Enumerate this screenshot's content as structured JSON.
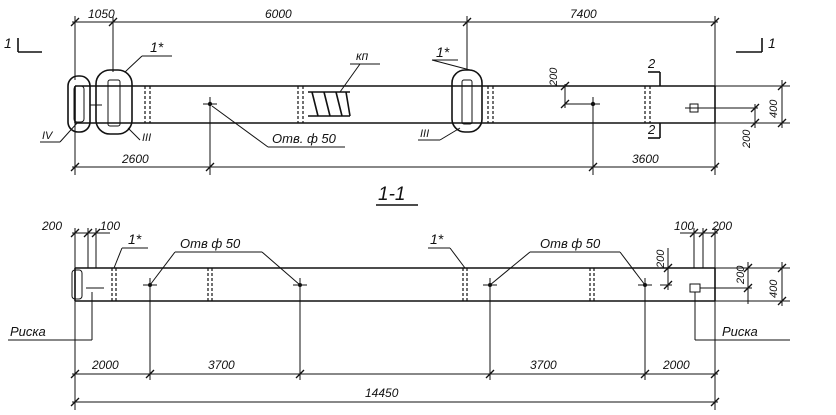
{
  "top_view": {
    "dims_top": [
      "1050",
      "6000",
      "7400"
    ],
    "dims_bottom": [
      "2600",
      "3600"
    ],
    "dims_right": [
      "200",
      "400",
      "200"
    ],
    "section_marks": [
      "1",
      "1",
      "2",
      "2"
    ],
    "ref_1star": "1*",
    "ref_kp": "кп",
    "hole": "Отв. ф 50",
    "roman_4": "IV",
    "roman_3": "III"
  },
  "section_title": "1-1",
  "bottom_view": {
    "dims_top_left": [
      "200",
      "100"
    ],
    "dims_top_right": [
      "100",
      "200"
    ],
    "ref_1star": "1*",
    "hole": "Отв ф 50",
    "dims_right": [
      "200",
      "200",
      "400"
    ],
    "mark": "Риска",
    "dims_bottom": [
      "2000",
      "3700",
      "3700",
      "2000"
    ],
    "dim_total": "14450"
  }
}
